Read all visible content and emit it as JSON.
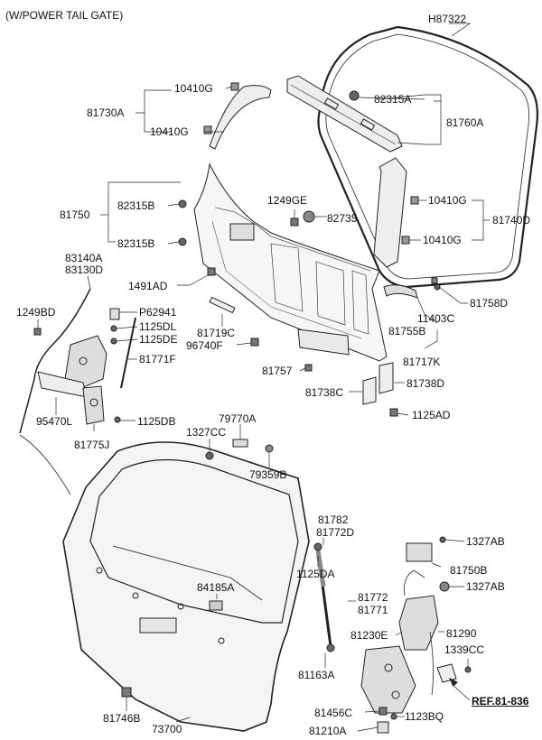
{
  "header": "(W/POWER TAIL GATE)",
  "labels": {
    "h87322": "H87322",
    "p10410g_a": "10410G",
    "p81730a": "81730A",
    "p10410g_b": "10410G",
    "p82315a": "82315A",
    "p81760a": "81760A",
    "p81750": "81750",
    "p82315b_a": "82315B",
    "p82315b_b": "82315B",
    "p1249ge": "1249GE",
    "p82735": "82735",
    "p10410g_c": "10410G",
    "p81740d": "81740D",
    "p10410g_d": "10410G",
    "p83140a": "83140A",
    "p83130d": "83130D",
    "p1491ad": "1491AD",
    "p81758d": "81758D",
    "p1249bd": "1249BD",
    "p62941": "P62941",
    "p1125dl": "1125DL",
    "p1125de": "1125DE",
    "p81719c": "81719C",
    "p96740f": "96740F",
    "p11403c": "11403C",
    "p81755b": "81755B",
    "p81771f": "81771F",
    "p81717k": "81717K",
    "p81757": "81757",
    "p81738c": "81738C",
    "p81738d": "81738D",
    "p1125ad": "1125AD",
    "p95470l": "95470L",
    "p1125db": "1125DB",
    "p81775j": "81775J",
    "p79770a": "79770A",
    "p1327cc": "1327CC",
    "p79359b": "79359B",
    "p81782": "81782",
    "p81772d": "81772D",
    "p1327ab_a": "1327AB",
    "p1125da": "1125DA",
    "p81750b": "81750B",
    "p84185a": "84185A",
    "p81772": "81772",
    "p81771": "81771",
    "p1327ab_b": "1327AB",
    "p81230e": "81230E",
    "p81290": "81290",
    "p1339cc": "1339CC",
    "p81163a": "81163A",
    "ref": "REF.81-836",
    "p81456c": "81456C",
    "p1123bq": "1123BQ",
    "p81746b": "81746B",
    "p73700": "73700",
    "p81210a": "81210A"
  }
}
